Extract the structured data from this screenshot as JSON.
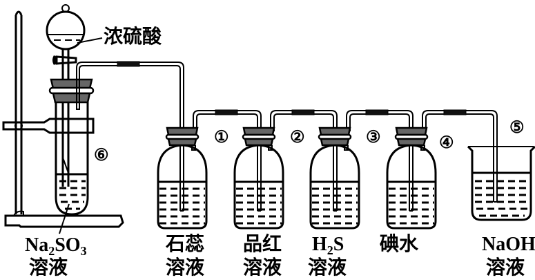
{
  "diagram": {
    "type": "chemistry-apparatus",
    "title": "",
    "reagent_funnel_label": "浓硫酸",
    "generator": {
      "number": "⑥",
      "solution": {
        "formula_main": "Na",
        "sub1": "2",
        "mid": "SO",
        "sub2": "3",
        "suffix": "溶液"
      }
    },
    "bottles": [
      {
        "number": "①",
        "line1": "石蕊",
        "line2": "溶液"
      },
      {
        "number": "②",
        "line1": "品红",
        "line2": "溶液"
      },
      {
        "number": "③",
        "line1_a": "H",
        "line1_sub": "2",
        "line1_b": "S",
        "line2": "溶液"
      },
      {
        "number": "④",
        "line1": "碘水",
        "line2": ""
      }
    ],
    "beaker": {
      "number": "⑤",
      "line1": "NaOH",
      "line2": "溶液"
    }
  }
}
